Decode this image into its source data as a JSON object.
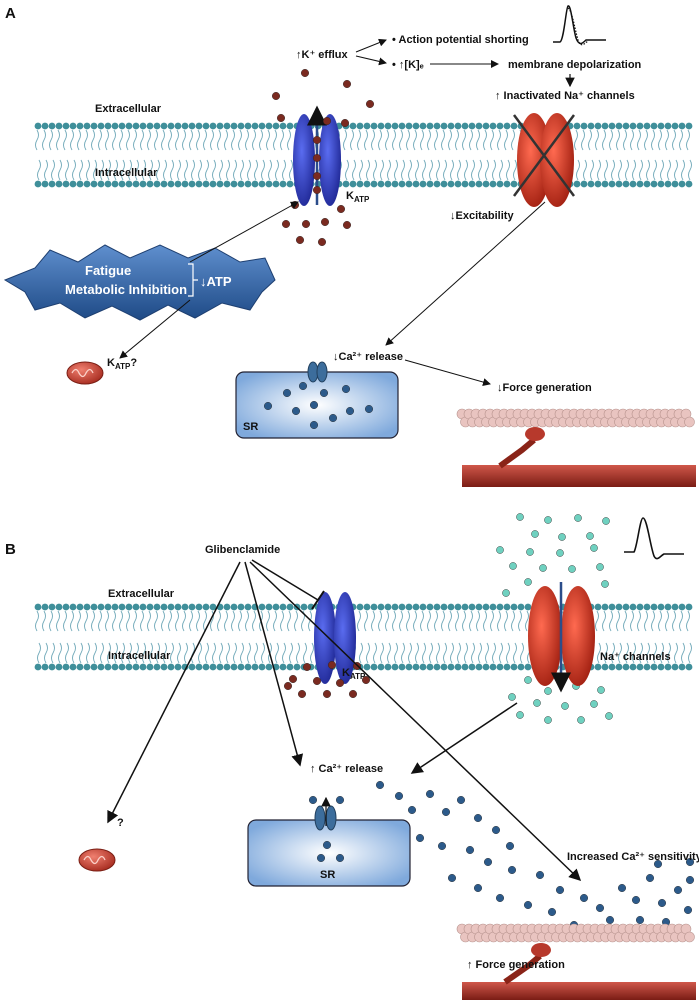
{
  "panel_a": {
    "label": "A",
    "extracellular": "Extracellular",
    "intracellular": "Intracellular",
    "k_efflux": "↑K⁺ efflux",
    "ap_shortening": "• Action potential shorting",
    "k_e": "• ↑[K]ₑ",
    "membrane_depolarization": "membrane depolarization",
    "inactivated_na": "↑ Inactivated Na⁺ channels",
    "excitability": "↓Excitability",
    "katp": "K",
    "katp_sub": "ATP",
    "fatigue": "Fatigue",
    "metabolic_inhibition": "Metabolic Inhibition",
    "atp": "↓ATP",
    "mito_katp": "K",
    "mito_katp_sub": "ATP",
    "mito_katp_q": "?",
    "ca_release": "↓Ca²⁺ release",
    "force_generation": "↓Force generation",
    "sr": "SR"
  },
  "panel_b": {
    "label": "B",
    "glibenclamide": "Glibenclamide",
    "extracellular": "Extracellular",
    "intracellular": "Intracellular",
    "katp": "K",
    "katp_sub": "ATP",
    "na_channels": "Na⁺ channels",
    "ca_release": "↑ Ca²⁺ release",
    "mito_q": "?",
    "sr": "SR",
    "increased_ca_sensitivity": "Increased Ca²⁺ sensitivity",
    "force_generation": "↑ Force generation"
  },
  "colors": {
    "membrane_head": "#3f8f9a",
    "membrane_tail": "#6fa8b8",
    "katp_channel": "#2c3ab5",
    "na_channel": "#d42a1a",
    "potassium_ion": "#7a2a20",
    "calcium_ion": "#2c5a8a",
    "sodium_ion": "#6fd1c0",
    "sr_fill": "#a9c6ea",
    "actin": "#e9c4c0",
    "myosin": "#b23a2e",
    "fatigue_star": "#2f5f9e"
  }
}
